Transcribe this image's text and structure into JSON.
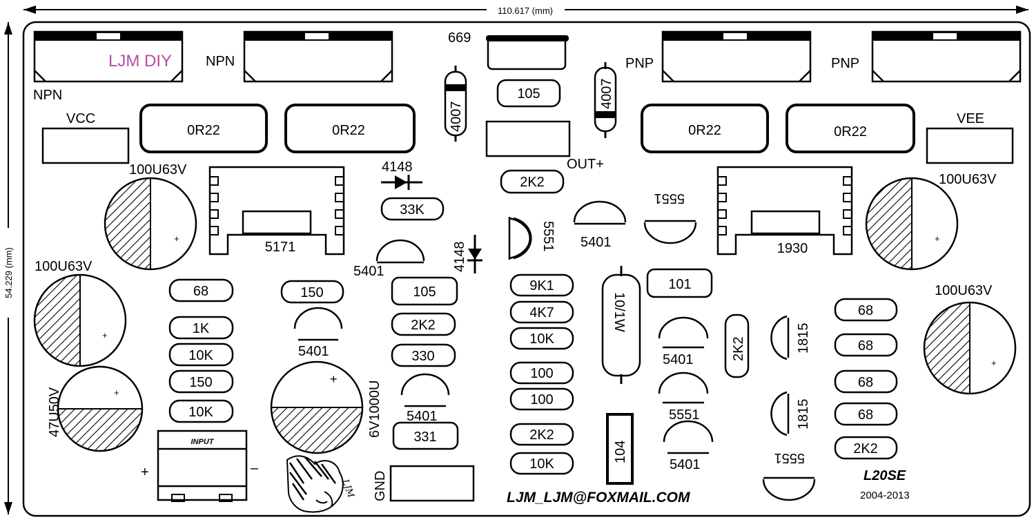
{
  "dimensions": {
    "width_label": "110.617 (mm)",
    "height_label": "54.229 (mm)"
  },
  "brand": {
    "logo_text": "LJM DIY",
    "logo_color": "#b84aa6"
  },
  "transistors": {
    "npn_label": "NPN",
    "pnp_label": "PNP",
    "small_upper": "669"
  },
  "supply": {
    "vcc": "VCC",
    "vee": "VEE",
    "out": "OUT+",
    "gnd": "GND"
  },
  "resistors": {
    "emitter": "0R22",
    "r105_top": "105",
    "r2k2_top": "2K2",
    "r33k": "33K",
    "r101": "101",
    "left_col": [
      "68",
      "1K",
      "10K",
      "150",
      "10K"
    ],
    "r150_mid": "150",
    "mid_col": [
      "105",
      "2K2",
      "330"
    ],
    "r331": "331",
    "center_col": [
      "9K1",
      "4K7",
      "10K",
      "100",
      "100",
      "2K2",
      "10K"
    ],
    "vertical_2k2": "2K2",
    "right_col": [
      "68",
      "68",
      "68",
      "68",
      "2K2"
    ],
    "big_resistor": "10/1W"
  },
  "diodes": {
    "rectifier": "4007",
    "signal": "4148"
  },
  "capacitors": {
    "big": "100U63V",
    "small": "47U50V",
    "reservoir": "6V1000U",
    "plus": "+",
    "film": "104"
  },
  "small_transistors": {
    "t5401": "5401",
    "t5551": "5551",
    "t5551_flipped": "5551",
    "t1815": "1815"
  },
  "drivers": {
    "left": "5171",
    "right": "1930"
  },
  "input": {
    "label": "INPUT",
    "plus": "+",
    "minus": "–"
  },
  "footer": {
    "email": "LJM_LJM@FOXMAIL.COM",
    "model": "L20SE",
    "years": "2004-2013",
    "signature": "LJM"
  }
}
